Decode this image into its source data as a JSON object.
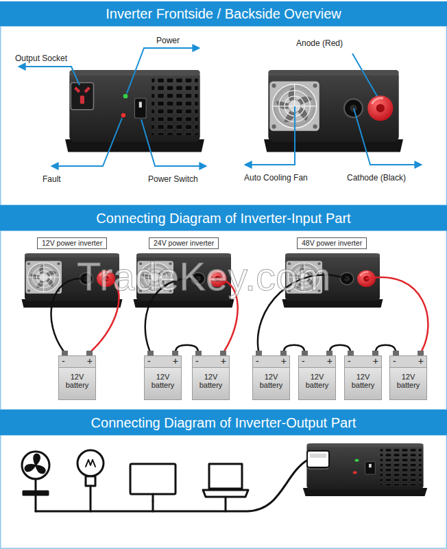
{
  "diagram": {
    "nodes": [
      {
        "text": [
          "Inverter Frontside / Backside Overview"
        ]
      },
      {
        "text": [
          "Connecting Diagram of Inverter-Input Part"
        ]
      },
      {
        "text": [
          "12V power inverter"
        ]
      },
      {
        "text": [
          "24V power inverter"
        ]
      },
      {
        "text": [
          "48V power inverter"
        ]
      },
      {
        "text": [
          "-",
          "+",
          "12V battery"
        ]
      },
      {
        "text": [
          "-",
          "+",
          "12V battery"
        ]
      },
      {
        "text": [
          "-",
          "+",
          "12V battery"
        ]
      },
      {
        "text": [
          "-",
          "+",
          "12V battery"
        ]
      },
      {
        "text": [
          "-",
          "+",
          "12V battery"
        ]
      },
      {
        "text": [
          "-",
          "+",
          "12V battery"
        ]
      },
      {
        "text": [
          "-",
          "+",
          "12V battery"
        ]
      },
      {
        "text": [
          "Connecting Diagram of Inverter-Output Part"
        ]
      }
    ],
    "edges": [
      {
        "from": 6,
        "to": 7,
        "arrow": "none"
      },
      {
        "from": 8,
        "to": 9,
        "arrow": "none"
      },
      {
        "from": 9,
        "to": 10,
        "arrow": "none"
      },
      {
        "from": 10,
        "to": 11,
        "arrow": "none"
      }
    ],
    "labels": [
      "Output Socket",
      "Power",
      "Anode (Red)",
      "Fault",
      "Power Switch",
      "Auto Cooling Fan",
      "Cathode (Black)",
      "TradeKey.com"
    ]
  }
}
